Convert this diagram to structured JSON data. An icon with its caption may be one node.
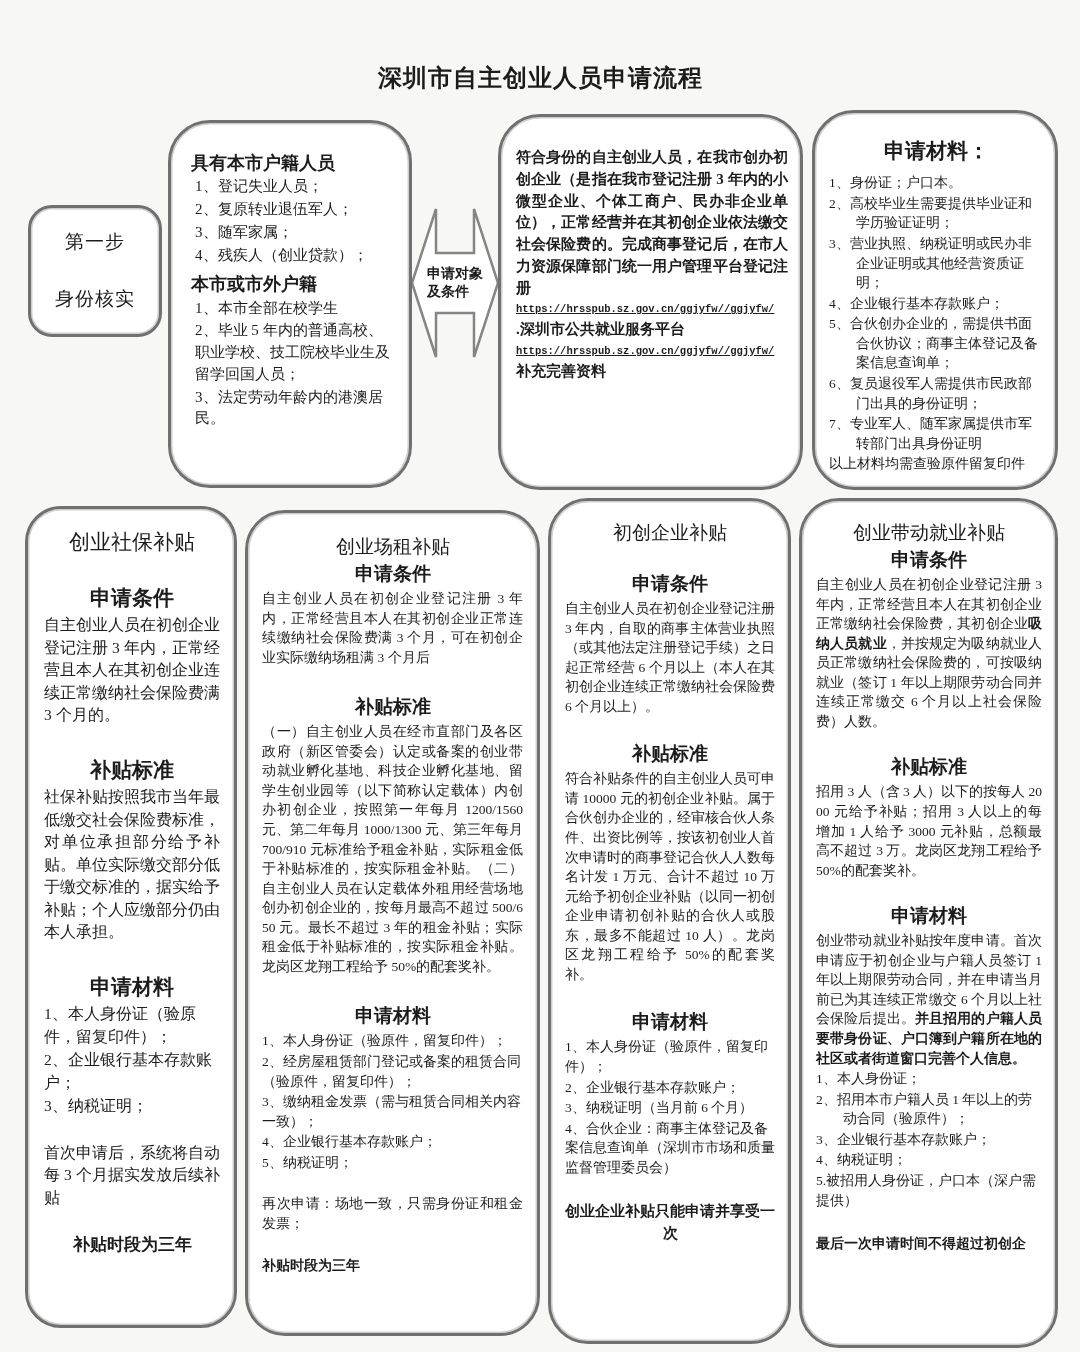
{
  "diagram": {
    "title": "深圳市自主创业人员申请流程",
    "nodes": [
      {
        "text": [
          "第一步",
          "身份核实"
        ]
      },
      {
        "text": [
          "具有本市户籍人员",
          "1、登记失业人员；",
          "2、复原转业退伍军人；",
          "3、随军家属；",
          "4、残疾人（创业贷款）；",
          "本市或市外户籍",
          "1、本市全部在校学生",
          "2、毕业 5 年内的普通高校、职业学校、技工院校毕业生及留学回国人员；",
          "3、法定劳动年龄内的港澳居民。"
        ]
      },
      {
        "text": [
          "符合身份的自主创业人员，在我市创办初创企业（是指在我市登记注册 3 年内的小微型企业、个体工商户、民办非企业单位），正常经营并在其初创企业依法缴交社会保险费的。完成商事登记后，在市人力资源保障部门统一用户管理平台登记注册",
          "https://hrsspub.sz.gov.cn/ggjyfw//ggjyfw/",
          ".深圳市公共就业服务平台",
          "https://hrsspub.sz.gov.cn/ggjyfw//ggjyfw/",
          "补充完善资料"
        ]
      },
      {
        "text": [
          "申请材料：",
          "1、身份证；户口本。",
          "2、高校毕业生需要提供毕业证和学历验证证明；",
          "3、营业执照、纳税证明或民办非企业证明或其他经营资质证明；",
          "4、企业银行基本存款账户；",
          "5、合伙创办企业的，需提供书面合伙协议；商事主体登记及备案信息查询单；",
          "6、复员退役军人需提供市民政部门出具的身份证明；",
          "7、专业军人、随军家属提供市军转部门出具身份证明",
          "以上材料均需查验原件留复印件"
        ]
      },
      {
        "text": [
          "创业社保补贴",
          "申请条件",
          "自主创业人员在初创企业登记注册 3 年内，正常经营且本人在其初创企业连续正常缴纳社会保险费满 3 个月的。",
          "补贴标准",
          "社保补贴按照我市当年最低缴交社会保险费标准，对单位承担部分给予补贴。单位实际缴交部分低于缴交标准的，据实给予补贴；个人应缴部分仍由本人承担。",
          "申请材料",
          "1、本人身份证（验原件，留复印件）；",
          "2、企业银行基本存款账户；",
          "3、纳税证明；",
          "首次申请后，系统将自动每 3 个月据实发放后续补贴",
          "补贴时段为三年"
        ]
      },
      {
        "text": [
          "创业场租补贴",
          "申请条件",
          "自主创业人员在初创企业登记注册 3 年内，正常经营且本人在其初创企业正常连续缴纳社会保险费满 3 个月，可在初创企业实际缴纳场租满 3 个月后",
          "补贴标准",
          "（一）自主创业人员在经市直部门及各区政府（新区管委会）认定或备案的创业带动就业孵化基地、科技企业孵化基地、留学生创业园等（以下简称认定载体）内创办初创企业，按照第一年每月 1200/1560 元、第二年每月 1000/1300 元、第三年每月 700/910 元标准给予租金补贴，实际租金低于补贴标准的，按实际租金补贴。（二）自主创业人员在认定载体外租用经营场地创办初创企业的，按每月最高不超过 500/650 元。最长不超过 3 年的租金补贴；实际租金低于补贴标准的，按实际租金补贴。龙岗区龙翔工程给予 50%的配套奖补。",
          "申请材料",
          "1、本人身份证（验原件，留复印件）；",
          "2、经房屋租赁部门登记或备案的租赁合同（验原件，留复印件）；",
          "3、缴纳租金发票（需与租赁合同相关内容一致）；",
          "4、企业银行基本存款账户；",
          "5、纳税证明；",
          "再次申请：场地一致，只需身份证和租金发票；",
          "补贴时段为三年"
        ]
      },
      {
        "text": [
          "初创企业补贴",
          "申请条件",
          "自主创业人员在初创企业登记注册 3 年内，自取的商事主体营业执照（或其他法定注册登记手续）之日起正常经营 6 个月以上（本人在其初创企业连续正常缴纳社会保险费 6 个月以上）。",
          "补贴标准",
          "符合补贴条件的自主创业人员可申请 10000 元的初创企业补贴。属于合伙创办企业的，经审核合伙人条件、出资比例等，按该初创业人首次申请时的商事登记合伙人人数每名计发 1 万元、合计不超过 10 万元给予初创企业补贴（以同一初创企业申请初创补贴的合伙人或股东，最多不能超过 10 人）。龙岗区龙翔工程给予 50%的配套奖补。",
          "申请材料",
          "1、本人身份证（验原件，留复印件）；",
          "2、企业银行基本存款账户；",
          "3、纳税证明（当月前 6 个月）",
          "4、合伙企业：商事主体登记及备案信息查询单（深圳市市场和质量监督管理委员会）",
          "创业企业补贴只能申请并享受一次"
        ]
      },
      {
        "text": [
          "创业带动就业补贴",
          "申请条件",
          "自主创业人员在初创企业登记注册 3 年内，正常经营且本人在其初创企业正常缴纳社会保险费，其初创企业**吸纳人员就业**，并按规定为吸纳就业人员正常缴纳社会保险费的，可按吸纳就业（签订 1 年以上期限劳动合同并连续正常缴交 6 个月以上社会保险费）人数。",
          "补贴标准",
          "招用 3 人（含 3 人）以下的按每人 2000 元给予补贴；招用 3 人以上的每增加 1 人给予 3000 元补贴，总额最高不超过 3 万。龙岗区龙翔工程给予 50%的配套奖补。",
          "申请材料",
          "创业带动就业补贴按年度申请。首次申请应于初创企业与户籍人员签订 1 年以上期限劳动合同，并在申请当月前已为其连续正常缴交 6 个月以上社会保险后提出。**并且招用的户籍人员要带身份证、户口簿到户籍所在地的社区或者街道窗口完善个人信息。**",
          "1、本人身份证；",
          "2、招用本市户籍人员 1 年以上的劳动合同（验原件）；",
          "3、企业银行基本存款账户；",
          "4、纳税证明；",
          "5.被招用人身份证，户口本（深户需提供）",
          "最后一次申请时间不得超过初创企"
        ]
      }
    ],
    "edges": [
      {
        "from": 1,
        "to": 2,
        "arrow": "both",
        "label": "申请对象及条件"
      }
    ]
  }
}
